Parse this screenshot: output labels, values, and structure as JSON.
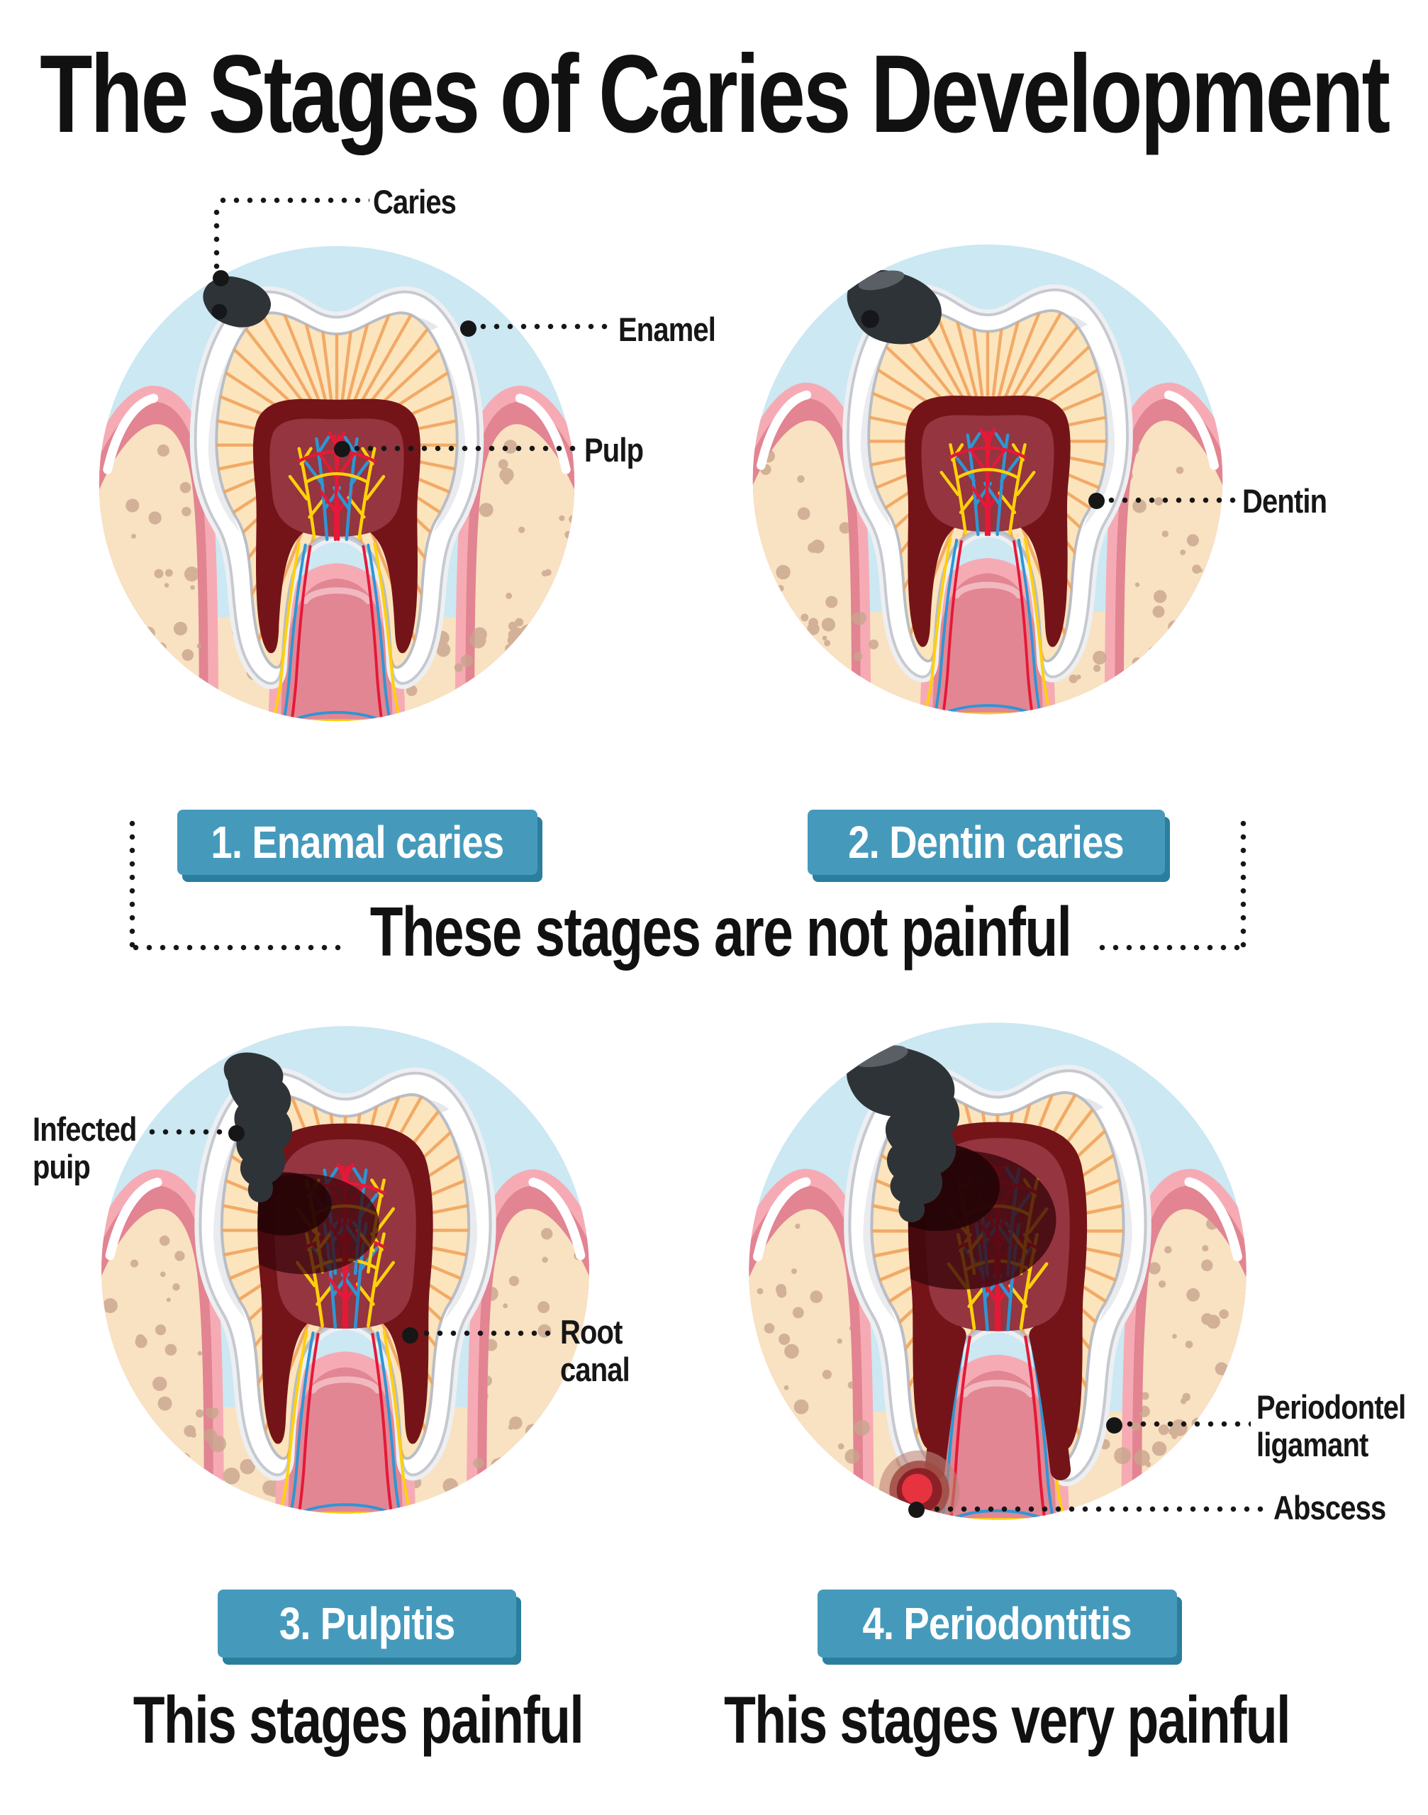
{
  "title": "The Stages of Caries Development",
  "group_caption": "These stages are not painful",
  "stages": [
    {
      "banner": "1. Enamal caries",
      "variant": "enamel"
    },
    {
      "banner": "2. Dentin caries",
      "variant": "dentin"
    },
    {
      "banner": "3. Pulpitis",
      "variant": "pulpitis",
      "caption": "This stages painful"
    },
    {
      "banner": "4. Periodontitis",
      "variant": "periodontitis",
      "caption": "This stages very painful"
    }
  ],
  "callouts": {
    "caries": "Caries",
    "enamel": "Enamel",
    "pulp": "Pulp",
    "dentin": "Dentin",
    "infected_pulp": {
      "line1": "Infected",
      "line2": "puip"
    },
    "root_canal": {
      "line1": "Root",
      "line2": "canal"
    },
    "periodontal_ligament": {
      "line1": "Periodontel",
      "line2": "ligamant"
    },
    "abscess": "Abscess"
  },
  "palette": {
    "banner_teal": "#459abc",
    "banner_shadow": "#2b7e9d",
    "ink": "#161616",
    "sky": "#cbe8f3",
    "gum_light": "#f6abb4",
    "gum_dark": "#e28492",
    "bone": "#f9e2c1",
    "bone_speckle": "#c9a68e",
    "enamel": "#ffffff",
    "enamel_shade": "#e4e6ea",
    "tooth_outline": "#c6c9cf",
    "tooth_halo": "#edeff2",
    "dentin": "#fce5bc",
    "dentin_stripe": "#f1a35e",
    "dentin_outline": "#b9bdc6",
    "pulp_dark": "#741419",
    "pulp_mid": "#943540",
    "vessel_red": "#e51937",
    "vessel_blue": "#2e96d4",
    "vessel_yellow": "#ffd10a",
    "caries": "#2e3338",
    "abscess_red": "#e7333f"
  }
}
